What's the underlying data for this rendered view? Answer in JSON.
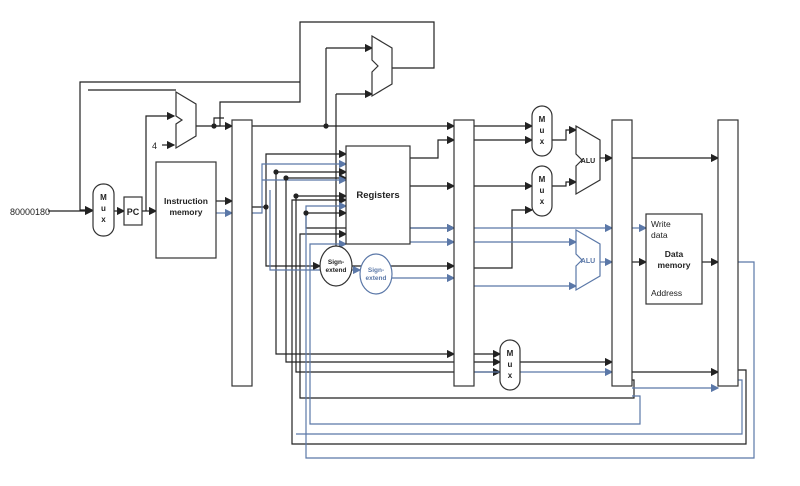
{
  "diagram": {
    "pc_initial_value": "80000180",
    "constant_four": "4",
    "pc": "PC",
    "instruction_memory": [
      "Instruction",
      "memory"
    ],
    "registers": "Registers",
    "sign_extend": [
      "Sign-",
      "extend"
    ],
    "sign_extend_2": [
      "Sign-",
      "extend"
    ],
    "mux": [
      "M",
      "u",
      "x"
    ],
    "alu": "ALU",
    "alu_2": "ALU",
    "data_memory": {
      "write_data": [
        "Write",
        "data"
      ],
      "title": [
        "Data",
        "memory"
      ],
      "address": "Address"
    },
    "colors": {
      "black_wire": "#222222",
      "blue_wire": "#5b78a8"
    }
  }
}
